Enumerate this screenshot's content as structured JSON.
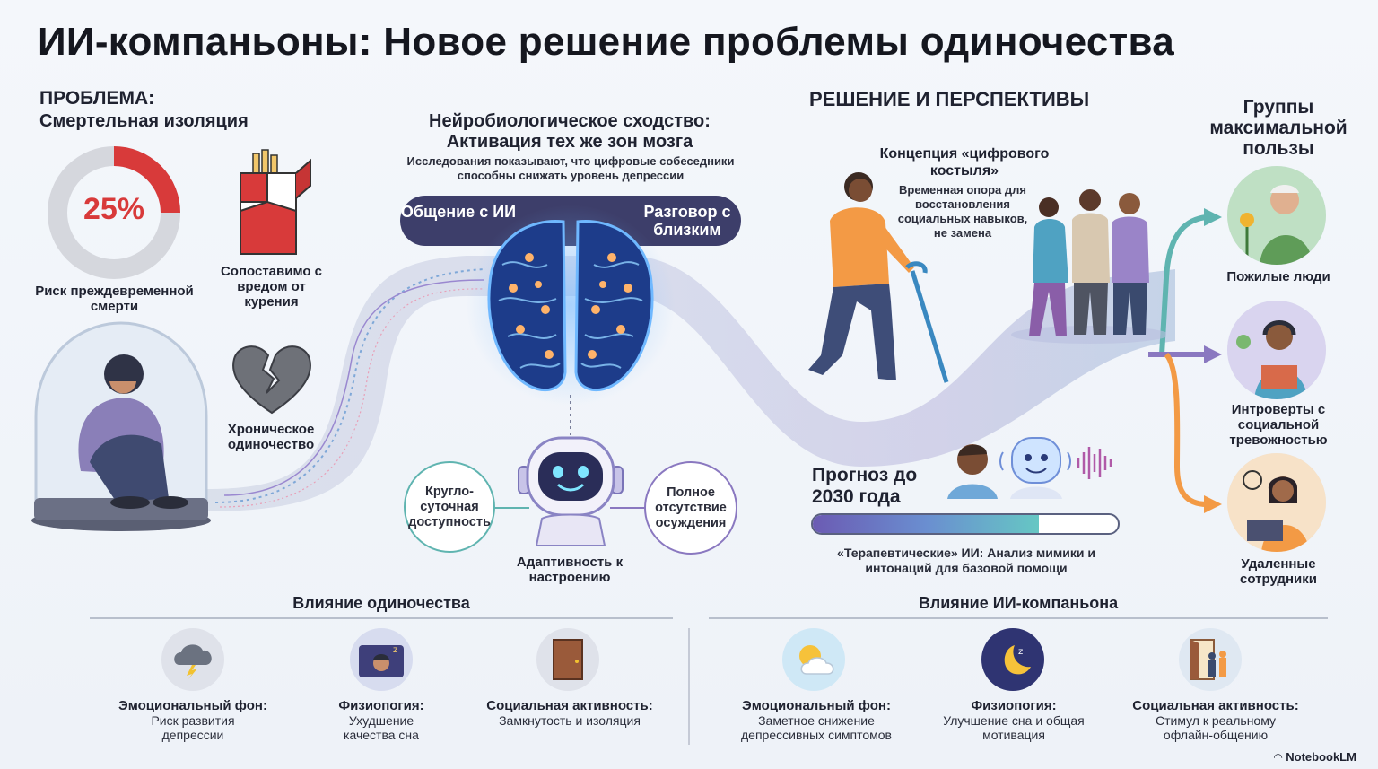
{
  "title": "ИИ-компаньоны: Новое решение проблемы одиночества",
  "problem": {
    "heading": "ПРОБЛЕМА:",
    "subheading": "Смертельная изоляция",
    "risk_percent": "25%",
    "risk_fraction": 0.25,
    "risk_label": "Риск преждевременной смерти",
    "smoking_label": "Сопоставимо с вредом от курения",
    "chronic_label": "Хроническое одиночество"
  },
  "neuro": {
    "heading": "Нейробиологическое сходство: Активация тех же зон мозга",
    "note": "Исследования показывают, что цифровые собеседники способны снижать уровень депрессии",
    "left_pill": "Общение с ИИ",
    "right_pill": "Разговор с близким"
  },
  "robot_features": {
    "left": "Кругло-суточная доступность",
    "right": "Полное отсутствие осуждения",
    "bottom": "Адаптивность к настроению"
  },
  "solution": {
    "heading": "РЕШЕНИЕ И ПЕРСПЕКТИВЫ",
    "crutch_title": "Концепция «цифрового костыля»",
    "crutch_text": "Временная опора для восстановления социальных навыков, не замена",
    "forecast_title": "Прогноз до 2030 года",
    "forecast_progress": 0.74,
    "forecast_text": "«Терапевтические» ИИ: Анализ мимики и интонаций для базовой помощи"
  },
  "groups": {
    "heading": "Группы максимальной пользы",
    "items": [
      {
        "label": "Пожилые люди"
      },
      {
        "label": "Интроверты с социальной тревожностью"
      },
      {
        "label": "Удаленные сотрудники"
      }
    ]
  },
  "impact_loneliness": {
    "heading": "Влияние одиночества",
    "items": [
      {
        "title": "Эмоциональный фон:",
        "text": "Риск развития депрессии",
        "icon": "storm-cloud-icon"
      },
      {
        "title": "Физиопогия:",
        "text": "Ухудшение качества сна",
        "icon": "sleepless-person-icon"
      },
      {
        "title": "Социальная активность:",
        "text": "Замкнутость и изоляция",
        "icon": "closed-door-icon"
      }
    ]
  },
  "impact_ai": {
    "heading": "Влияние ИИ-компаньона",
    "items": [
      {
        "title": "Эмоциональный фон:",
        "text": "Заметное снижение депрессивных симптомов",
        "icon": "sun-cloud-icon"
      },
      {
        "title": "Физиопогия:",
        "text": "Улучшение сна и общая мотивация",
        "icon": "moon-sleep-icon"
      },
      {
        "title": "Социальная активность:",
        "text": "Стимул к реальному офлайн-общению",
        "icon": "open-door-people-icon"
      }
    ]
  },
  "footer": {
    "brand": "NotebookLM"
  },
  "colors": {
    "accent_red": "#d83a3a",
    "navy": "#3d3e6a",
    "teal": "#5fb4b0",
    "purple": "#8a78c0",
    "orange": "#f39a45"
  }
}
